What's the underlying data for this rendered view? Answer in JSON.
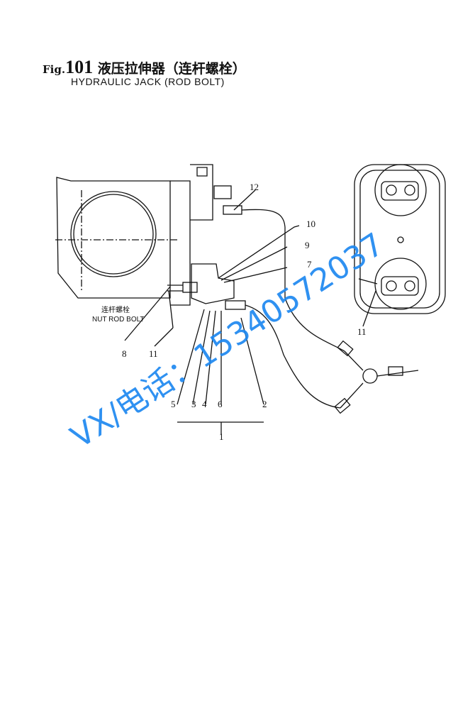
{
  "title": {
    "fig_prefix": "Fig.",
    "fig_number": "101",
    "zh": "液压拉伸器（连杆螺栓）",
    "en": "HYDRAULIC JACK (ROD BOLT)"
  },
  "callouts": {
    "zh_part": "连杆螺栓",
    "en_part": "NUT ROD BOLT"
  },
  "part_numbers": [
    "12",
    "10",
    "9",
    "7",
    "8",
    "11",
    "5",
    "3",
    "4",
    "6",
    "2",
    "1",
    "11"
  ],
  "watermark": "VX/电话：15340572037"
}
